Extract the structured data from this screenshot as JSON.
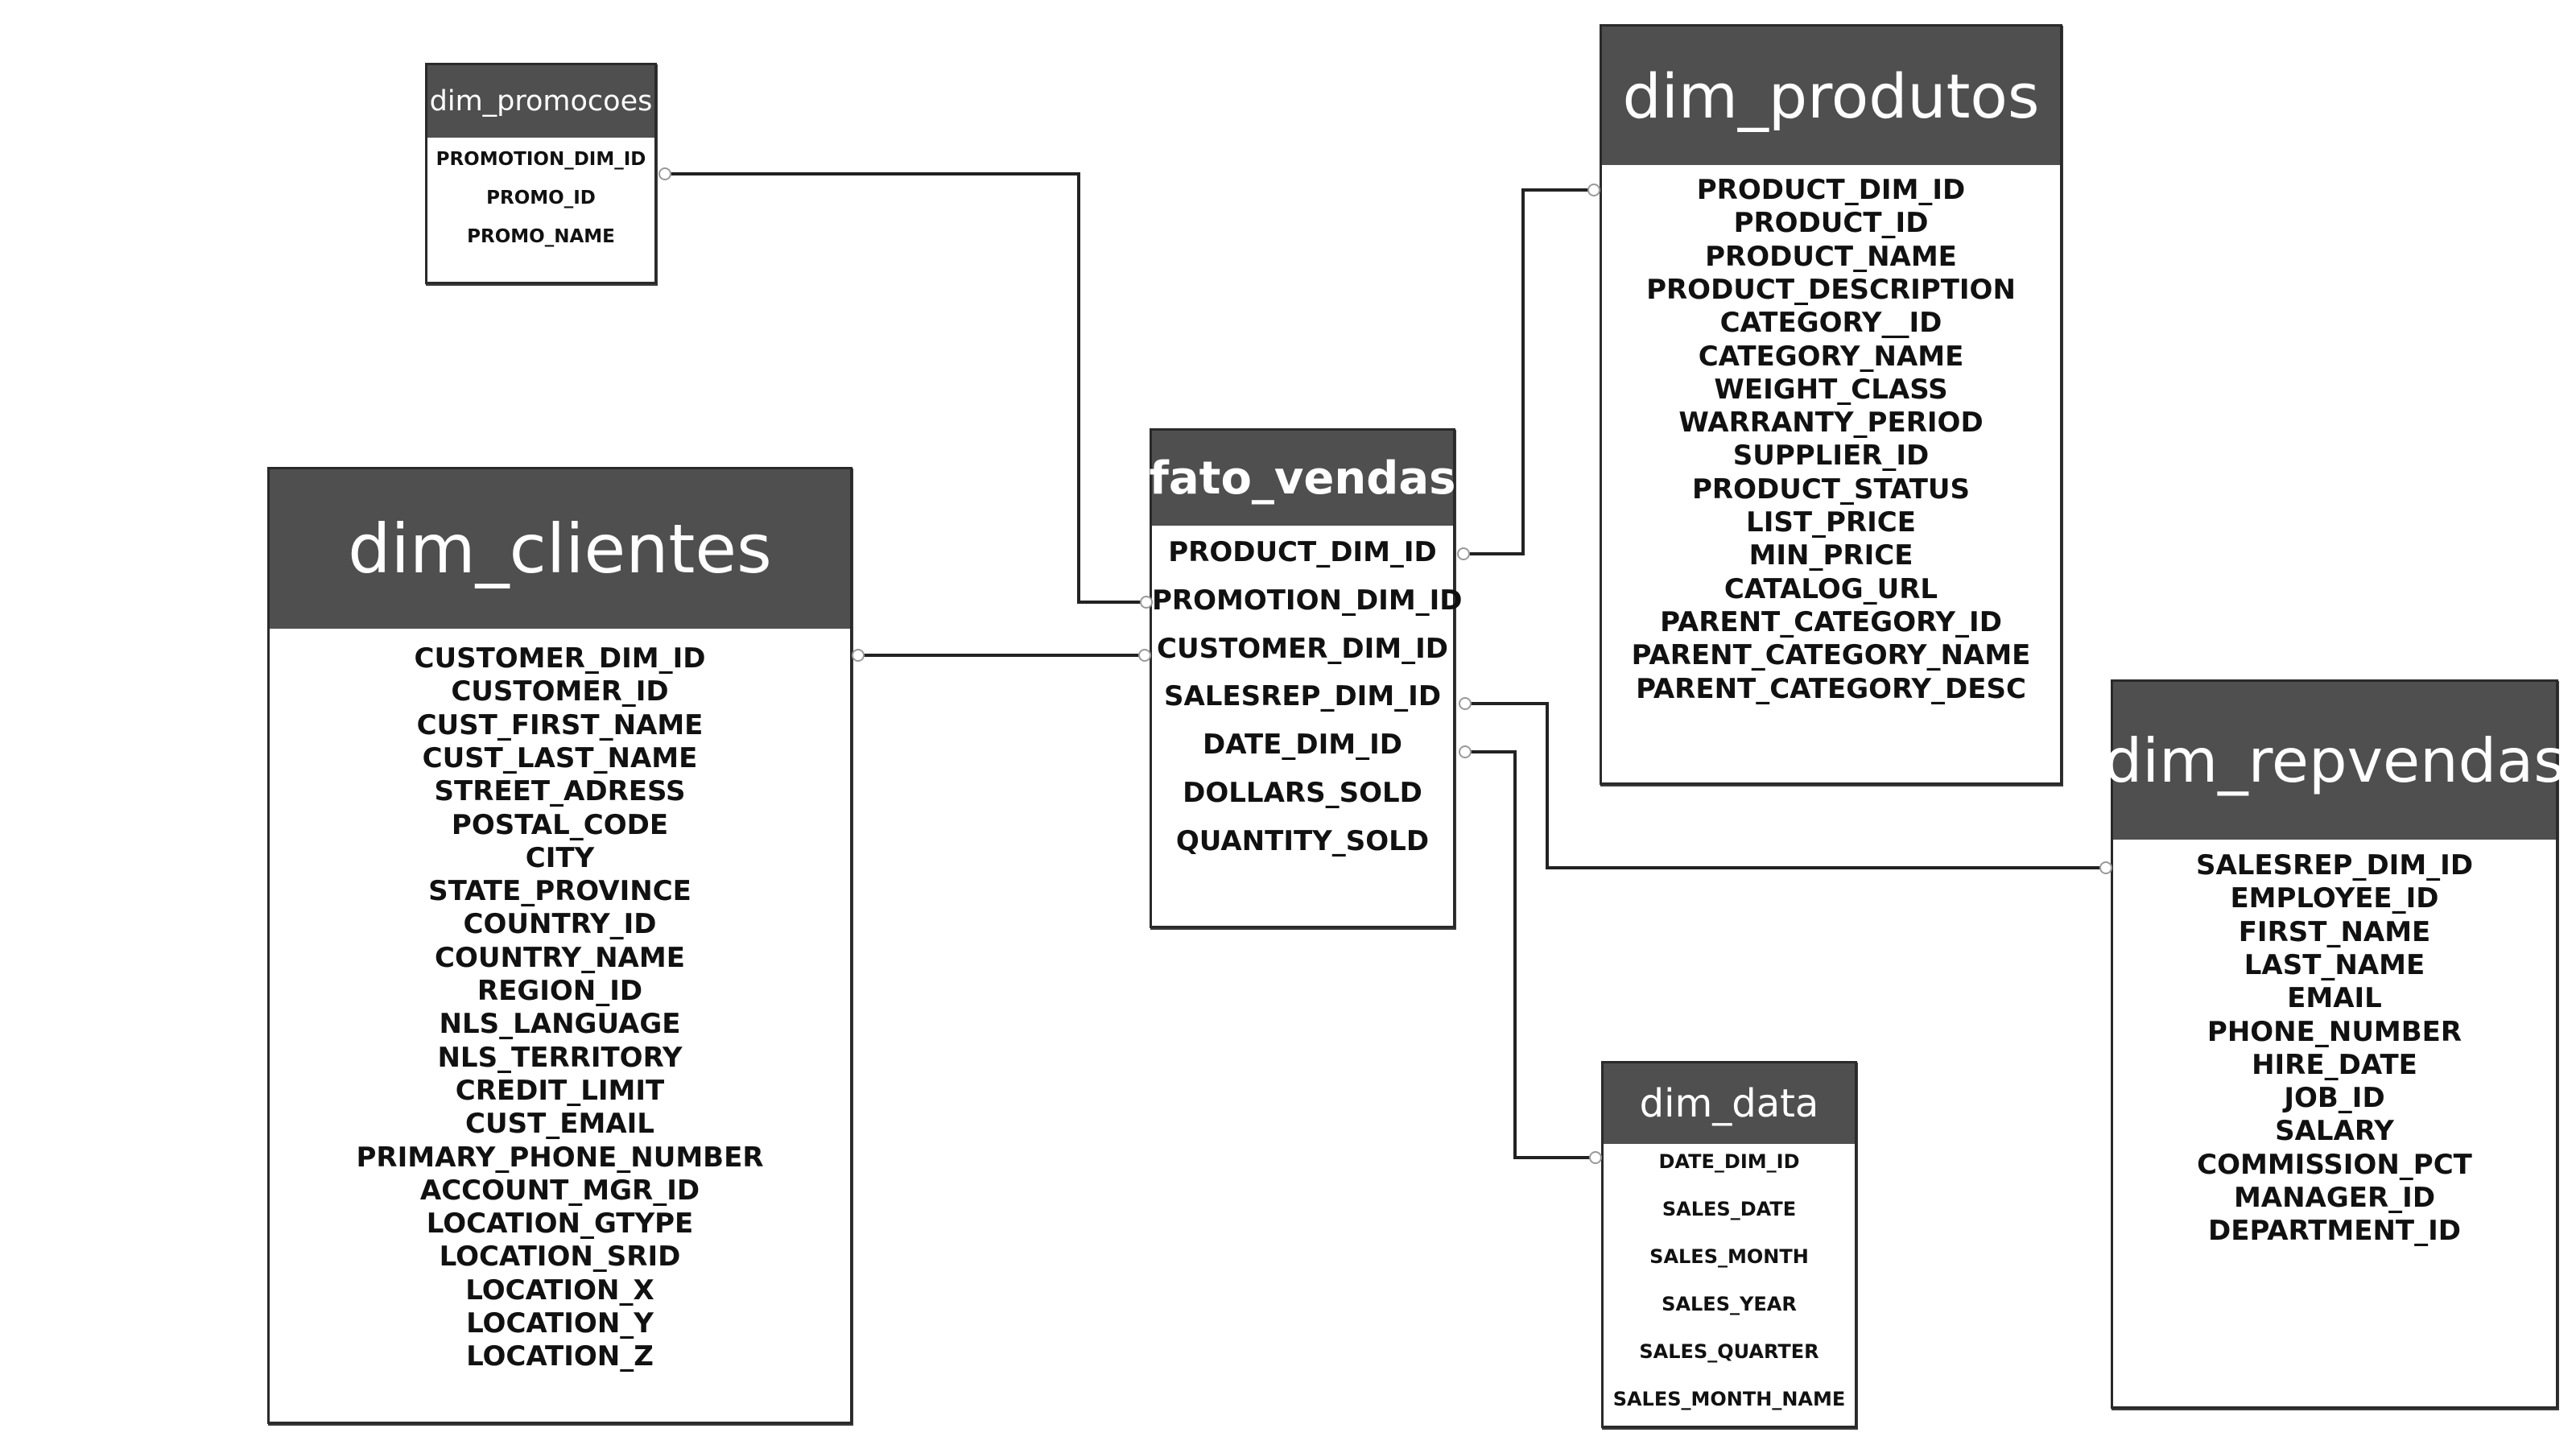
{
  "tables": {
    "dim_promocoes": {
      "title": "dim_promocoes",
      "fields": [
        "PROMOTION_DIM_ID",
        "PROMO_ID",
        "PROMO_NAME"
      ]
    },
    "dim_clientes": {
      "title": "dim_clientes",
      "fields": [
        "CUSTOMER_DIM_ID",
        "CUSTOMER_ID",
        "CUST_FIRST_NAME",
        "CUST_LAST_NAME",
        "STREET_ADRESS",
        "POSTAL_CODE",
        "CITY",
        "STATE_PROVINCE",
        "COUNTRY_ID",
        "COUNTRY_NAME",
        "REGION_ID",
        "NLS_LANGUAGE",
        "NLS_TERRITORY",
        "CREDIT_LIMIT",
        "CUST_EMAIL",
        "PRIMARY_PHONE_NUMBER",
        "ACCOUNT_MGR_ID",
        "LOCATION_GTYPE",
        "LOCATION_SRID",
        "LOCATION_X",
        "LOCATION_Y",
        "LOCATION_Z"
      ]
    },
    "fato_vendas": {
      "title": "fato_vendas",
      "fields": [
        "PRODUCT_DIM_ID",
        "PROMOTION_DIM_ID",
        "CUSTOMER_DIM_ID",
        "SALESREP_DIM_ID",
        "DATE_DIM_ID",
        "DOLLARS_SOLD",
        "QUANTITY_SOLD"
      ]
    },
    "dim_produtos": {
      "title": "dim_produtos",
      "fields": [
        "PRODUCT_DIM_ID",
        "PRODUCT_ID",
        "PRODUCT_NAME",
        "PRODUCT_DESCRIPTION",
        "CATEGORY__ID",
        "CATEGORY_NAME",
        "WEIGHT_CLASS",
        "WARRANTY_PERIOD",
        "SUPPLIER_ID",
        "PRODUCT_STATUS",
        "LIST_PRICE",
        "MIN_PRICE",
        "CATALOG_URL",
        "PARENT_CATEGORY_ID",
        "PARENT_CATEGORY_NAME",
        "PARENT_CATEGORY_DESC"
      ]
    },
    "dim_repvendas": {
      "title": "dim_repvendas",
      "fields": [
        "SALESREP_DIM_ID",
        "EMPLOYEE_ID",
        "FIRST_NAME",
        "LAST_NAME",
        "EMAIL",
        "PHONE_NUMBER",
        "HIRE_DATE",
        "JOB_ID",
        "SALARY",
        "COMMISSION_PCT",
        "MANAGER_ID",
        "DEPARTMENT_ID"
      ]
    },
    "dim_data": {
      "title": "dim_data",
      "fields": [
        "DATE_DIM_ID",
        "SALES_DATE",
        "SALES_MONTH",
        "SALES_YEAR",
        "SALES_QUARTER",
        "SALES_MONTH_NAME"
      ]
    }
  },
  "relationships": [
    {
      "from": "dim_promocoes.PROMOTION_DIM_ID",
      "to": "fato_vendas.PROMOTION_DIM_ID"
    },
    {
      "from": "dim_clientes.CUSTOMER_DIM_ID",
      "to": "fato_vendas.CUSTOMER_DIM_ID"
    },
    {
      "from": "fato_vendas.PRODUCT_DIM_ID",
      "to": "dim_produtos.PRODUCT_DIM_ID"
    },
    {
      "from": "fato_vendas.SALESREP_DIM_ID",
      "to": "dim_repvendas.SALESREP_DIM_ID"
    },
    {
      "from": "fato_vendas.DATE_DIM_ID",
      "to": "dim_data.DATE_DIM_ID"
    }
  ],
  "colors": {
    "header_bg": "#4f4f4f",
    "header_text": "#ffffff",
    "line": "#222222"
  }
}
